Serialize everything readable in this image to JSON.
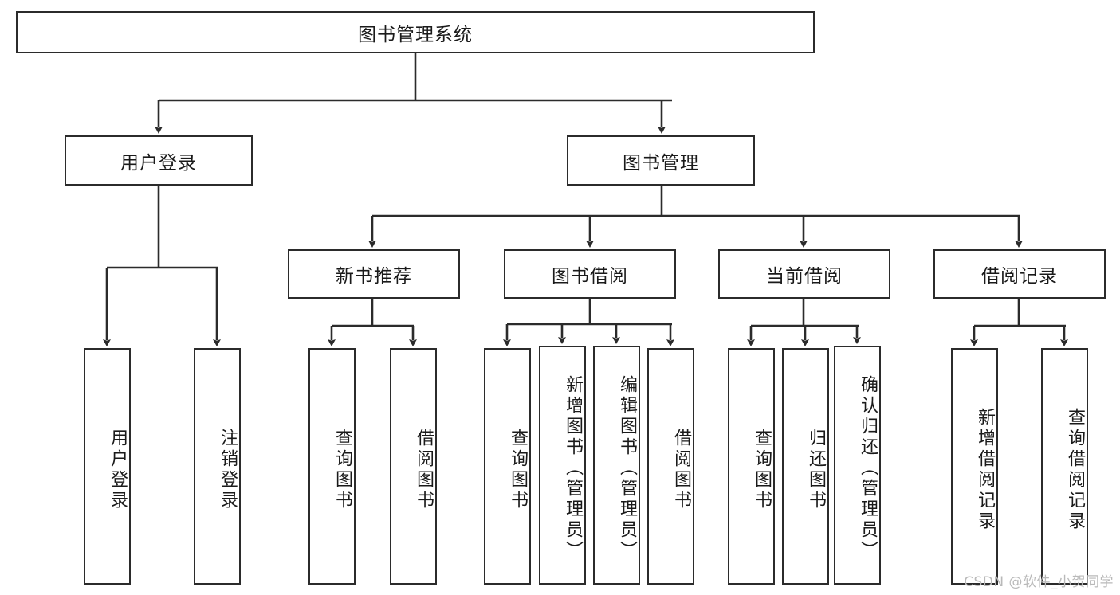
{
  "diagram": {
    "title": "图书管理系统",
    "background_color": "#ffffff",
    "line_color": "#2b2b2b",
    "box_border_color": "#2b2b2b",
    "box_fill_color": "#ffffff",
    "text_color": "#1a1a1a"
  },
  "root": {
    "label": "图书管理系统"
  },
  "level2": [
    {
      "label": "用户登录"
    },
    {
      "label": "图书管理"
    }
  ],
  "level3": [
    {
      "label": "新书推荐"
    },
    {
      "label": "图书借阅"
    },
    {
      "label": "当前借阅"
    },
    {
      "label": "借阅记录"
    }
  ],
  "leaves": {
    "user_login": [
      {
        "label": "用户登录"
      },
      {
        "label": "注销登录"
      }
    ],
    "new_book_recommend": [
      {
        "label": "查询图书"
      },
      {
        "label": "借阅图书"
      }
    ],
    "book_borrow": [
      {
        "label": "查询图书"
      },
      {
        "label": "新增图书（管理员）"
      },
      {
        "label": "编辑图书（管理员）"
      },
      {
        "label": "借阅图书"
      }
    ],
    "current_borrow": [
      {
        "label": "查询图书"
      },
      {
        "label": "归还图书"
      },
      {
        "label": "确认归还（管理员）"
      }
    ],
    "borrow_record": [
      {
        "label": "新增借阅记录"
      },
      {
        "label": "查询借阅记录"
      }
    ]
  },
  "watermark": {
    "text": "CSDN @软件_小贺同学"
  }
}
